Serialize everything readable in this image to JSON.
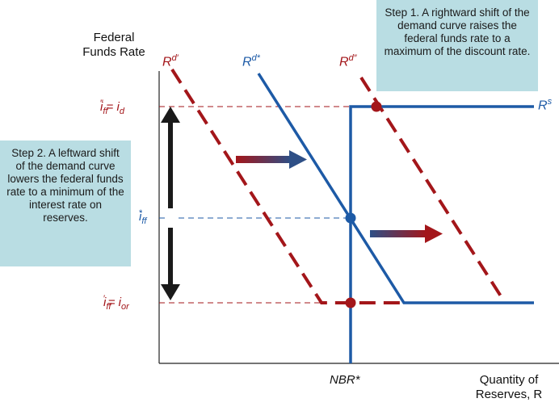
{
  "callouts": {
    "step1": "Step 1. A rightward shift of the demand curve raises the federal funds rate to a maximum of the discount rate.",
    "step2": "Step 2. A leftward shift of the demand curve lowers the federal funds rate to a minimum of the interest rate on reserves."
  },
  "axes": {
    "y_title_line1": "Federal",
    "y_title_line2": "Funds Rate",
    "x_title_line1": "Quantity of",
    "x_title_line2": "Reserves, R",
    "x_tick_label": "NBR*"
  },
  "rate_labels": {
    "upper": "i",
    "upper_sub": "ff",
    "upper_sup": "″",
    "upper_eq": "= i",
    "upper_eq_sub": "d",
    "middle": "i",
    "middle_sub": "ff",
    "middle_sup": "*",
    "lower": "i",
    "lower_sub": "ff",
    "lower_sup": "′",
    "lower_eq": "= i",
    "lower_eq_sub": "or"
  },
  "curve_labels": {
    "rd_prime": "R",
    "rd_prime_sup": "d′",
    "rd_star": "R",
    "rd_star_sup": "d*",
    "rd_dprime": "R",
    "rd_dprime_sup": "d″",
    "rs": "R",
    "rs_sup": "s"
  },
  "colors": {
    "blue": "#1d5aa6",
    "red": "#a3161a",
    "black": "#1a1a1a",
    "callout_bg": "#b9dde3"
  }
}
